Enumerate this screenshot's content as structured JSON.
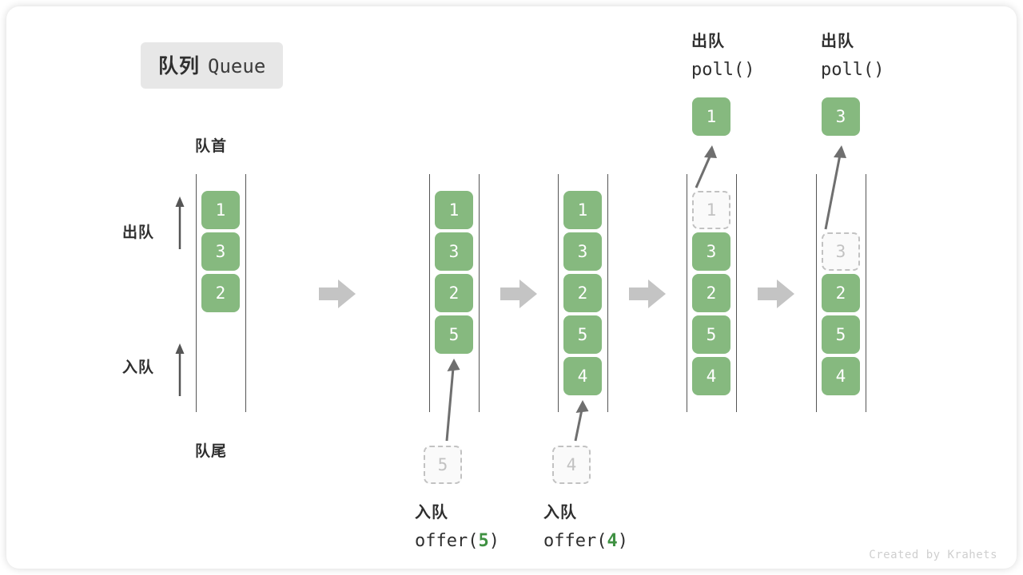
{
  "title": {
    "cn": "队列",
    "en": "Queue"
  },
  "labels": {
    "head": "队首",
    "tail": "队尾",
    "dequeue_side": "出队",
    "enqueue_side": "入队"
  },
  "credit": "Created by Krahets",
  "colors": {
    "filled": "#86b97f",
    "ghost_border": "#c2c2c2",
    "rail": "#555555",
    "step_arrow": "#c4c4c4",
    "accent_text": "#3f9142",
    "badge_bg": "#e7e7e7"
  },
  "operations": [
    {
      "cn": "入队",
      "fn_prefix": "offer(",
      "arg": "5",
      "fn_suffix": ")"
    },
    {
      "cn": "入队",
      "fn_prefix": "offer(",
      "arg": "4",
      "fn_suffix": ")"
    },
    {
      "cn": "出队",
      "fn_prefix": "poll(",
      "arg": "",
      "fn_suffix": ")"
    },
    {
      "cn": "出队",
      "fn_prefix": "poll(",
      "arg": "",
      "fn_suffix": ")"
    }
  ],
  "columns": [
    {
      "name": "initial-queue",
      "cells": [
        {
          "value": "1",
          "state": "filled"
        },
        {
          "value": "3",
          "state": "filled"
        },
        {
          "value": "2",
          "state": "filled"
        }
      ],
      "pending": null,
      "popped": null
    },
    {
      "name": "after-offer-5",
      "cells": [
        {
          "value": "1",
          "state": "filled"
        },
        {
          "value": "3",
          "state": "filled"
        },
        {
          "value": "2",
          "state": "filled"
        },
        {
          "value": "5",
          "state": "filled"
        }
      ],
      "pending": "5",
      "popped": null
    },
    {
      "name": "after-offer-4",
      "cells": [
        {
          "value": "1",
          "state": "filled"
        },
        {
          "value": "3",
          "state": "filled"
        },
        {
          "value": "2",
          "state": "filled"
        },
        {
          "value": "5",
          "state": "filled"
        },
        {
          "value": "4",
          "state": "filled"
        }
      ],
      "pending": "4",
      "popped": null
    },
    {
      "name": "after-poll-1",
      "cells": [
        {
          "value": "1",
          "state": "ghost"
        },
        {
          "value": "3",
          "state": "filled"
        },
        {
          "value": "2",
          "state": "filled"
        },
        {
          "value": "5",
          "state": "filled"
        },
        {
          "value": "4",
          "state": "filled"
        }
      ],
      "pending": null,
      "popped": "1"
    },
    {
      "name": "after-poll-3",
      "cells": [
        {
          "value": "",
          "state": "empty"
        },
        {
          "value": "3",
          "state": "ghost"
        },
        {
          "value": "2",
          "state": "filled"
        },
        {
          "value": "5",
          "state": "filled"
        },
        {
          "value": "4",
          "state": "filled"
        }
      ],
      "pending": null,
      "popped": "3"
    }
  ]
}
